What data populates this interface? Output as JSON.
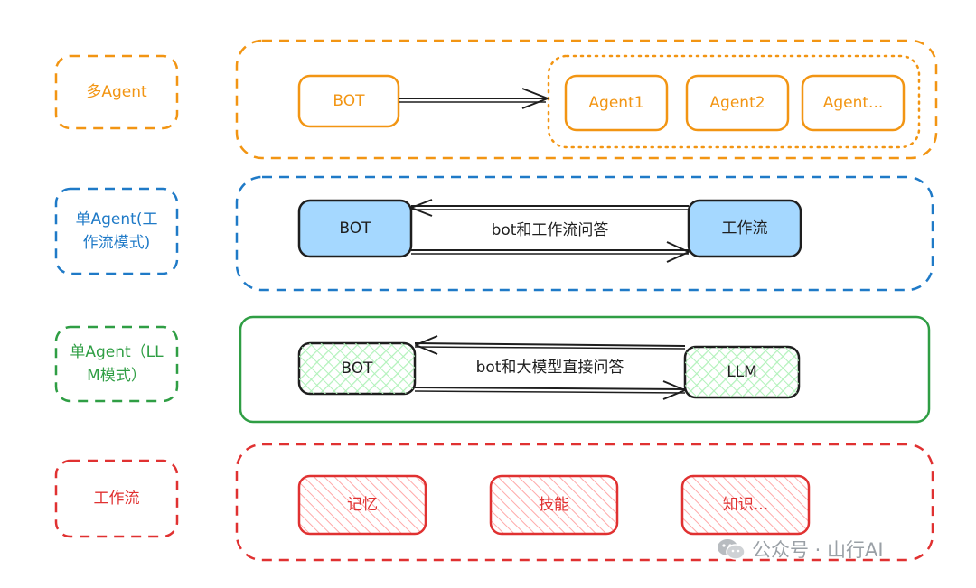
{
  "colors": {
    "orange": "#f29513",
    "blue": "#1f7ac7",
    "green": "#2f9e44",
    "red": "#e03131",
    "blue_fill": "#a5d8ff",
    "green_hatch": "#b2f2bb",
    "red_hatch": "#ffc9c9"
  },
  "rows": {
    "multi_agent": {
      "label": "多Agent",
      "bot": "BOT",
      "agents": [
        "Agent1",
        "Agent2",
        "Agent..."
      ]
    },
    "single_workflow": {
      "label": "单Agent(工\n作流模式)",
      "bot": "BOT",
      "arrow_text": "bot和工作流问答",
      "target": "工作流"
    },
    "single_llm": {
      "label": "单Agent（LL\nM模式）",
      "bot": "BOT",
      "arrow_text": "bot和大模型直接问答",
      "target": "LLM"
    },
    "workflow": {
      "label": "工作流",
      "items": [
        "记忆",
        "技能",
        "知识..."
      ]
    }
  },
  "watermark": "公众号 · 山行AI"
}
